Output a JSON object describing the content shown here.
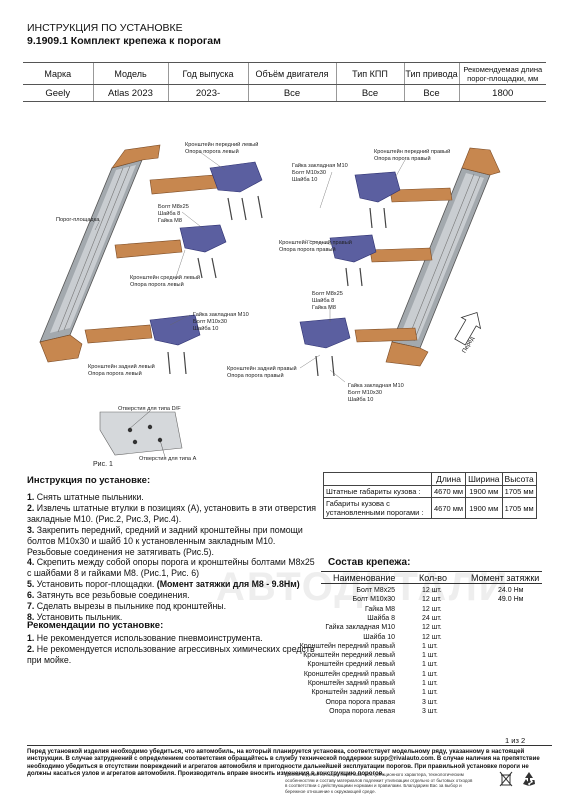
{
  "header": {
    "title": "ИНСТРУКЦИЯ ПО УСТАНОВКЕ",
    "subtitle": "9.1909.1 Комплект крепежа к порогам"
  },
  "spec_table": {
    "headers": [
      "Марка",
      "Модель",
      "Год выпуска",
      "Объём двигателя",
      "Тип КПП",
      "Тип привода",
      "Рекомендуемая длина порог-площадки, мм"
    ],
    "row": [
      "Geely",
      "Atlas 2023",
      "2023-",
      "Все",
      "Все",
      "Все",
      "1800"
    ]
  },
  "diagram_labels": {
    "front_left_bracket": "Кронштейн передний левый",
    "left_sill_support_1": "Опора порога левый",
    "embedded_nut": "Гайка закладная M10",
    "bolt_m10": "Болт M10x30",
    "washer_10": "Шайба 10",
    "front_right_bracket": "Кронштейн передний правый",
    "right_sill_support_1": "Опора порога правый",
    "sill_platform": "Порог-площадка",
    "bolt_m8": "Болт M8x25",
    "washer_8": "Шайба 8",
    "nut_m8": "Гайка M8",
    "middle_right_bracket": "Кронштейн средний правый",
    "middle_left_bracket": "Кронштейн средний левый",
    "rear_left_bracket": "Кронштейн задний левый",
    "rear_right_bracket": "Кронштейн задний правый",
    "front_arrow": "Перёд",
    "holes_df": "Отверстия для типа D/F",
    "holes_a": "Отверстия для типа А",
    "fig1": "Рис. 1"
  },
  "dimensions": {
    "headers": [
      "Длина",
      "Ширина",
      "Высота"
    ],
    "rows": [
      {
        "label": "Штатные габариты кузова :",
        "values": [
          "4670 мм",
          "1900 мм",
          "1705 мм"
        ]
      },
      {
        "label": "Габариты кузова с установленными порогами :",
        "values": [
          "4670 мм",
          "1900 мм",
          "1705 мм"
        ]
      }
    ]
  },
  "instructions": {
    "title": "Инструкция по установке:",
    "steps": [
      {
        "num": "1.",
        "text": " Снять штатные пыльники."
      },
      {
        "num": "2.",
        "text": " Извлечь штатные втулки в позициях (А), установить в эти отверстия закладные М10. (Рис.2, Рис.3, Рис.4)."
      },
      {
        "num": "3.",
        "text": " Закрепить передний, средний и задний кронштейны при помощи болтов М10х30 и шайб 10 к установленным закладным М10. Резьбовые соединения не затягивать (Рис.5)."
      },
      {
        "num": "4.",
        "text": " Скрепить между собой опоры порога и кронштейны болтами М8х25 с шайбами 8 и гайками М8. (Рис.1, Рис. 6)"
      },
      {
        "num": "5.",
        "text": " Установить порог-площадки. ",
        "bold": "(Момент затяжки для М8 - 9.8Нм)"
      },
      {
        "num": "6.",
        "text": " Затянуть все резьбовые соединения."
      },
      {
        "num": "7.",
        "text": " Сделать вырезы в пыльнике под кронштейны."
      },
      {
        "num": "8.",
        "text": " Установить пыльник."
      }
    ]
  },
  "recommendations": {
    "title": "Рекомендации по установке:",
    "items": [
      {
        "num": "1.",
        "text": " Не рекомендуется использование пневмоинструмента."
      },
      {
        "num": "2.",
        "text": " Не рекомендуется использование агрессивных химических средств при мойке."
      }
    ]
  },
  "parts": {
    "title": "Состав крепежа:",
    "headers": [
      "Наименование",
      "Кол-во",
      "Момент затяжки"
    ],
    "rows": [
      {
        "name": "Болт M8x25",
        "qty": "12 шт.",
        "torque": "24.0 Нм"
      },
      {
        "name": "Болт M10x30",
        "qty": "12 шт.",
        "torque": "49.0 Нм"
      },
      {
        "name": "Гайка M8",
        "qty": "12 шт.",
        "torque": ""
      },
      {
        "name": "Шайба 8",
        "qty": "24 шт.",
        "torque": ""
      },
      {
        "name": "Гайка закладная M10",
        "qty": "12 шт.",
        "torque": ""
      },
      {
        "name": "Шайба 10",
        "qty": "12 шт.",
        "torque": ""
      },
      {
        "name": "Кронштейн передний правый",
        "qty": "1 шт.",
        "torque": ""
      },
      {
        "name": "Кронштейн передний левый",
        "qty": "1 шт.",
        "torque": ""
      },
      {
        "name": "Кронштейн средний левый",
        "qty": "1 шт.",
        "torque": ""
      },
      {
        "name": "Кронштейн средний правый",
        "qty": "1 шт.",
        "torque": ""
      },
      {
        "name": "Кронштейн задний правый",
        "qty": "1 шт.",
        "torque": ""
      },
      {
        "name": "Кронштейн задний левый",
        "qty": "1 шт.",
        "torque": ""
      },
      {
        "name": "Опора порога правая",
        "qty": "3 шт.",
        "torque": ""
      },
      {
        "name": "Опора порога левая",
        "qty": "3 шт.",
        "torque": ""
      }
    ]
  },
  "watermark": "АВТОДЕТАЛИ",
  "page_number": "1 из 2",
  "footer": {
    "text": "Перед установкой изделия необходимо убедиться, что автомобиль, на который планируется установка, соответствует модельному ряду, указанному в настоящей инструкции. В случае затруднений с определением соответствия обращайтесь в службу технической поддержки supp@rivalauto.com. В случае наличия на препятствие необходимо убедиться в отсутствии повреждений и агрегатов автомобиля и пригодности дальнейшей эксплуатации порогов. При правильной установке пороги не должны касаться узлов и агрегатов автомобиля. Производитель вправе вносить изменения в конструкцию порогов.",
    "small": "Данное изделие по своим свойствам эксплуатационного характера, технологическим особенностям и составу материалов подлежит утилизации отдельно от бытовых отходов в соответствии с действующими нормами и правилами. Благодарим Вас за выбор и бережное отношение к окружающей среде."
  },
  "colors": {
    "bracket": "#5b5fa0",
    "bracket_dark": "#3e4280",
    "support": "#c7874f",
    "support_dark": "#8e5a30",
    "platform": "#9aa0a6"
  }
}
